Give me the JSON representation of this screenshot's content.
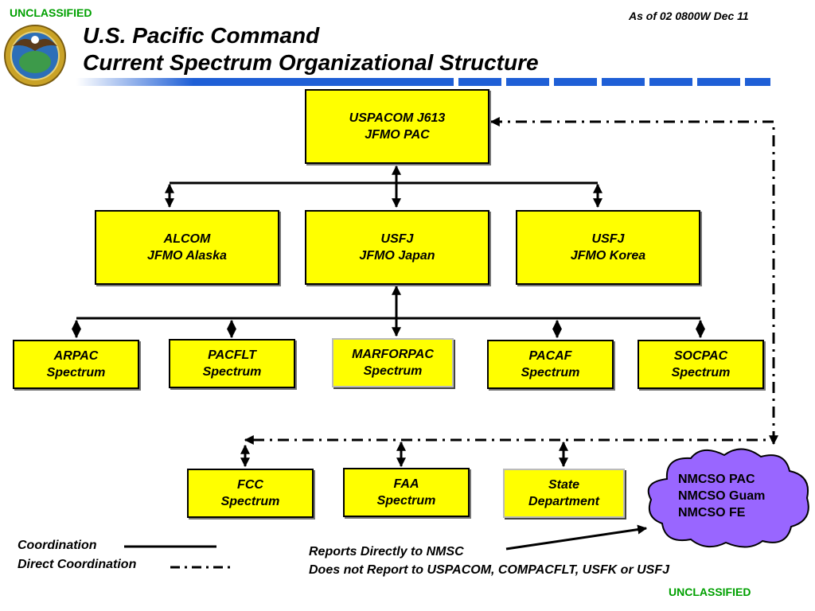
{
  "classification": {
    "top": "UNCLASSIFIED",
    "bottom": "UNCLASSIFIED"
  },
  "as_of": "As of 02 0800W Dec 11",
  "title": {
    "line1": "U.S. Pacific Command",
    "line2": "Current Spectrum Organizational Structure"
  },
  "colors": {
    "box_fill": "#ffff00",
    "cloud_fill": "#9966ff",
    "classification": "#00a000",
    "title_bar": "#1f5fd6"
  },
  "nodes": {
    "top": {
      "line1": "USPACOM J613",
      "line2": "JFMO PAC"
    },
    "alcom": {
      "line1": "ALCOM",
      "line2": "JFMO Alaska"
    },
    "usfj_japan": {
      "line1": "USFJ",
      "line2": "JFMO Japan"
    },
    "usfj_korea": {
      "line1": "USFJ",
      "line2": "JFMO Korea"
    },
    "arpac": {
      "line1": "ARPAC",
      "line2": "Spectrum"
    },
    "pacflt": {
      "line1": "PACFLT",
      "line2": "Spectrum"
    },
    "marforpac": {
      "line1": "MARFORPAC",
      "line2": "Spectrum"
    },
    "pacaf": {
      "line1": "PACAF",
      "line2": "Spectrum"
    },
    "socpac": {
      "line1": "SOCPAC",
      "line2": "Spectrum"
    },
    "fcc": {
      "line1": "FCC",
      "line2": "Spectrum"
    },
    "faa": {
      "line1": "FAA",
      "line2": "Spectrum"
    },
    "state": {
      "line1": "State",
      "line2": "Department"
    }
  },
  "cloud": {
    "line1": "NMCSO PAC",
    "line2": "NMCSO Guam",
    "line3": "NMCSO FE"
  },
  "legend": {
    "coordination": "Coordination",
    "direct_coordination": "Direct Coordination"
  },
  "note": {
    "line1": "Reports Directly to NMSC",
    "line2": "Does not Report to USPACOM, COMPACFLT, USFK or USFJ"
  }
}
